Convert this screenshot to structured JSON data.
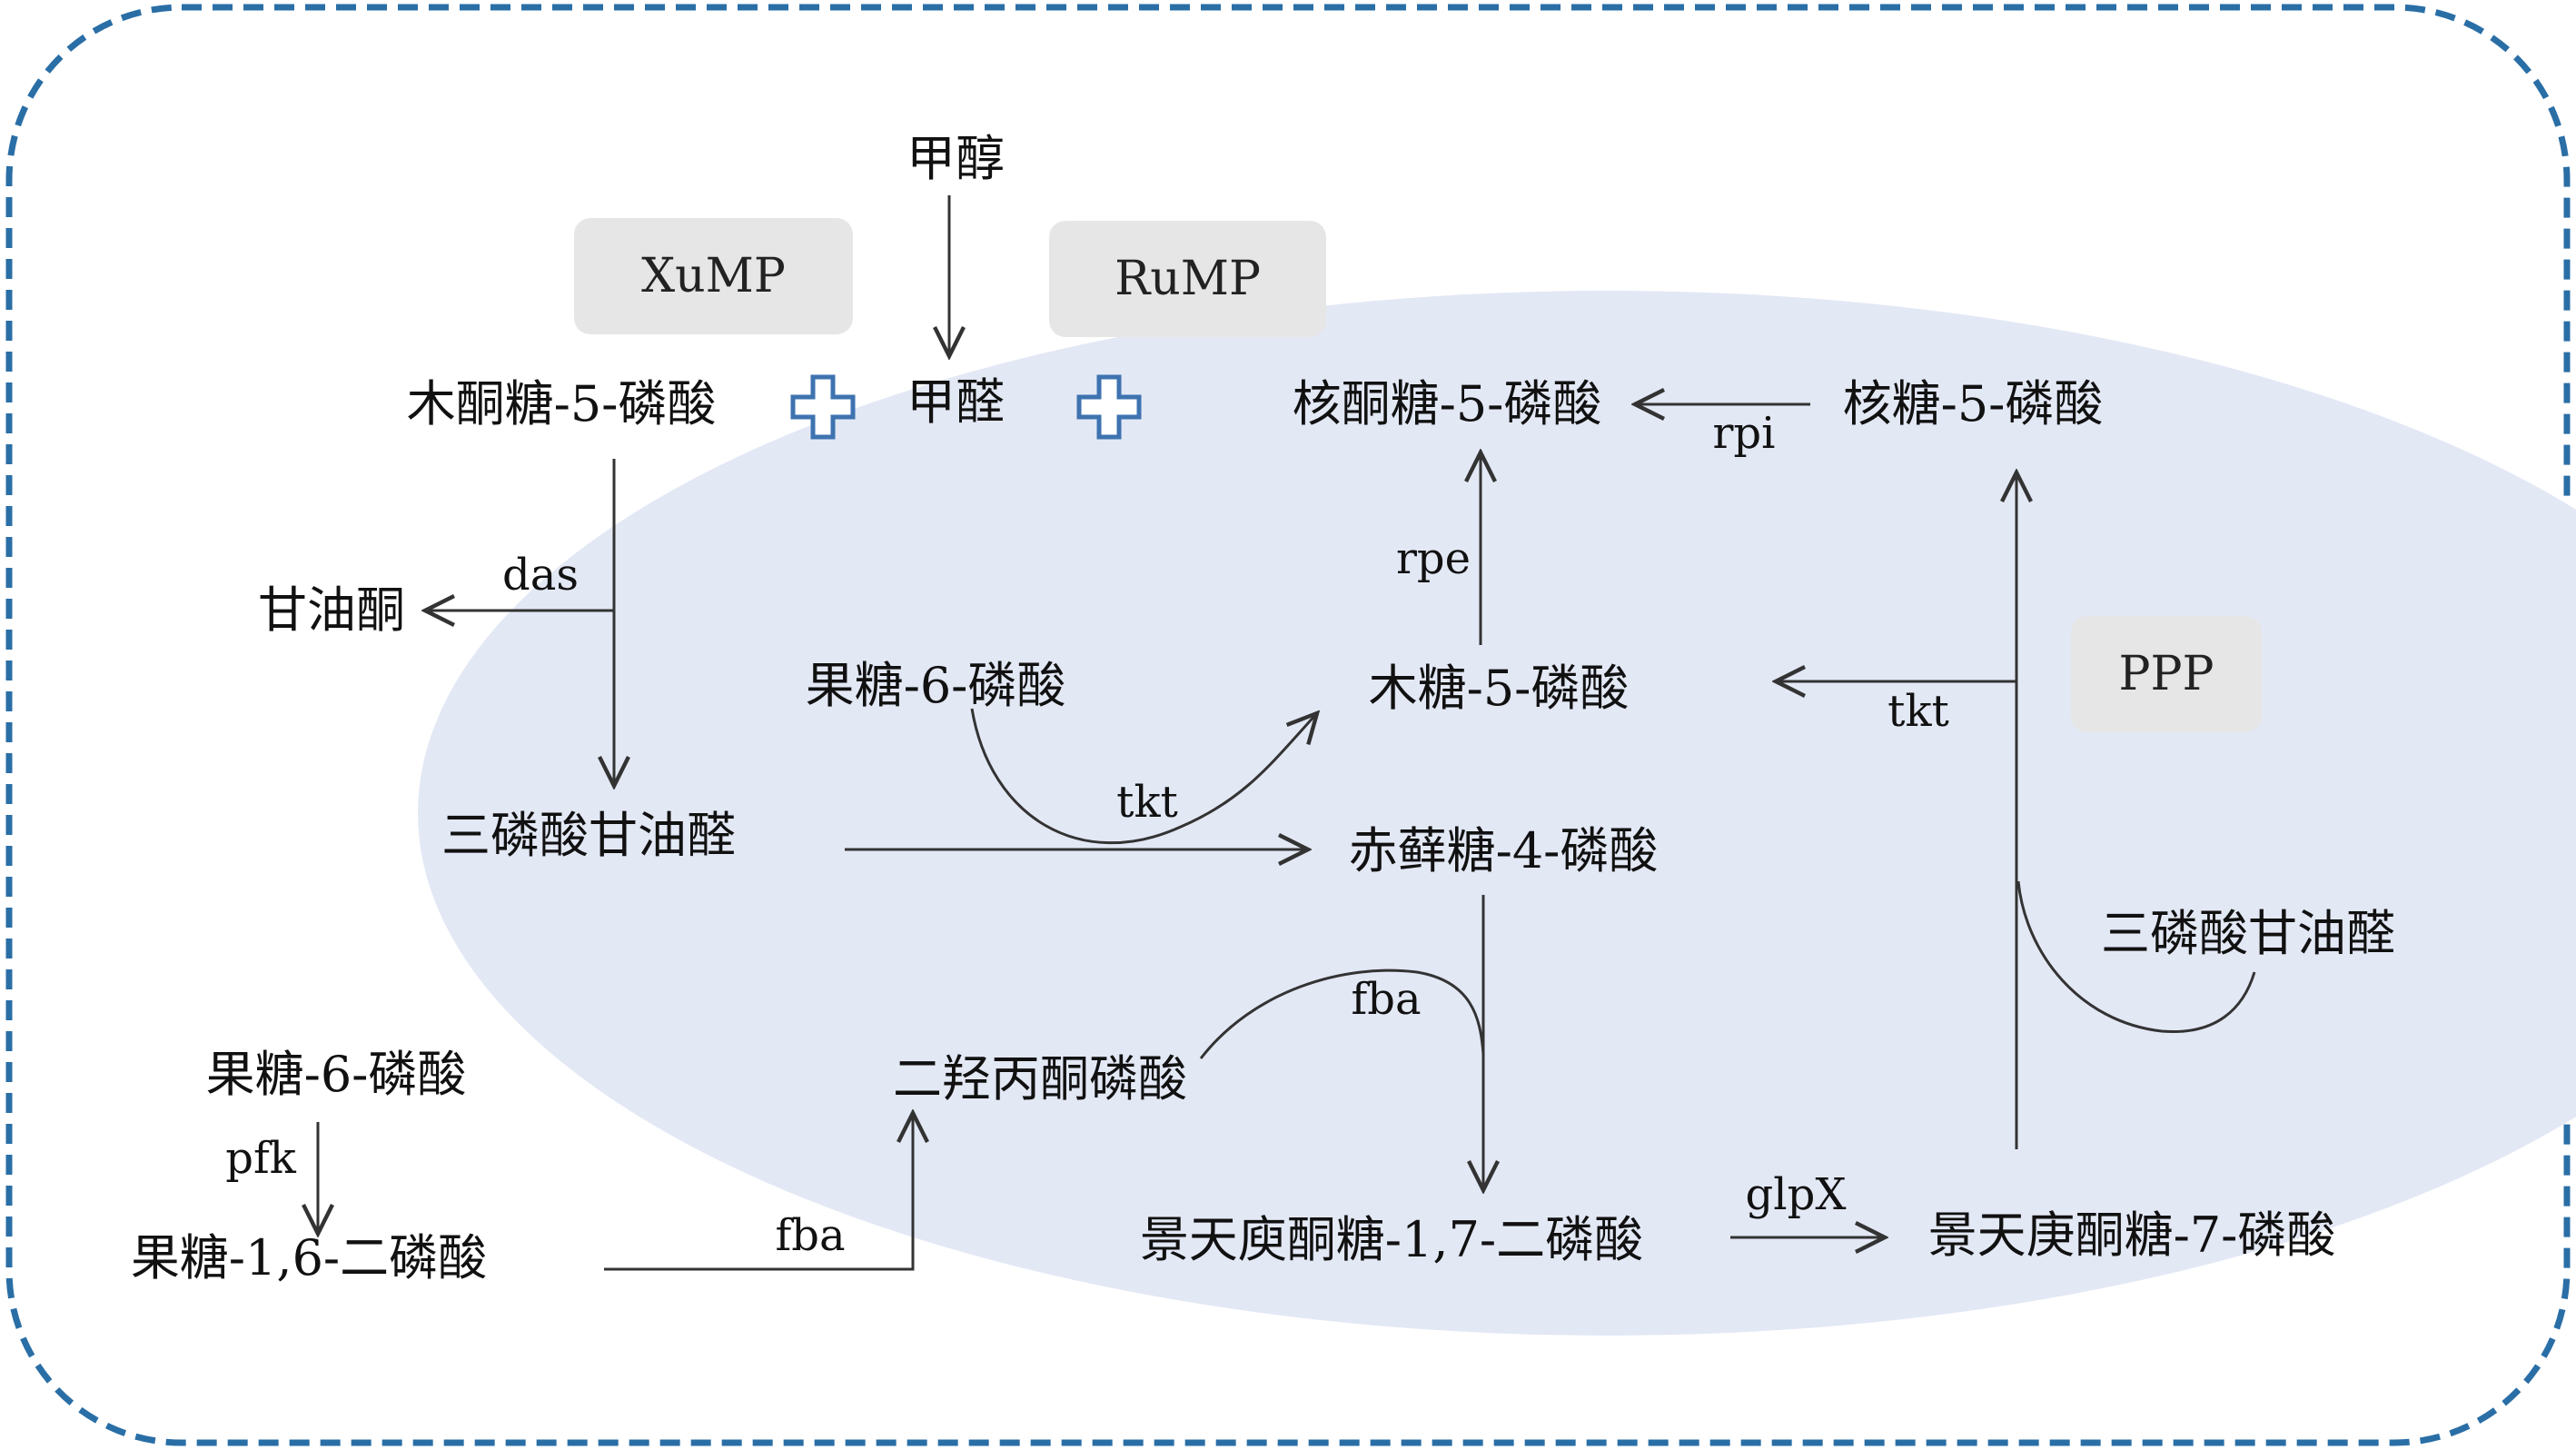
{
  "diagram": {
    "pathway_tags": {
      "xump": "XuMP",
      "rump": "RuMP",
      "ppp": "PPP"
    },
    "nodes": {
      "methanol": "甲醇",
      "formaldehyde": "甲醛",
      "xylulose_5p_left": "木酮糖-5-磷酸",
      "ribulose_5p": "核酮糖-5-磷酸",
      "ribose_5p": "核糖-5-磷酸",
      "dihydroxyacetone": "甘油酮",
      "fructose_6p_mid": "果糖-6-磷酸",
      "xylulose_5p_center": "木糖-5-磷酸",
      "glyceraldehyde_3p_left": "三磷酸甘油醛",
      "erythrose_4p": "赤藓糖-4-磷酸",
      "glyceraldehyde_3p_right": "三磷酸甘油醛",
      "fructose_6p_low": "果糖-6-磷酸",
      "dhap": "二羟丙酮磷酸",
      "fructose_16bp": "果糖-1,6-二磷酸",
      "sedoheptulose_17bp": "景天庾酮糖-1,7-二磷酸",
      "sedoheptulose_7p": "景天庚酮糖-7-磷酸"
    },
    "enzymes": {
      "das": "das",
      "rpi": "rpi",
      "rpe": "rpe",
      "tkt_center": "tkt",
      "tkt_right": "tkt",
      "fba_upper": "fba",
      "fba_lower": "fba",
      "pfk": "pfk",
      "glpx": "glpX"
    },
    "colors": {
      "border": "#2a6ea6",
      "ppp_circle": "#e3e8f5",
      "plus_stroke": "#3e73b0",
      "tag_box": "#e6e6e6",
      "arrow": "#333333"
    }
  }
}
